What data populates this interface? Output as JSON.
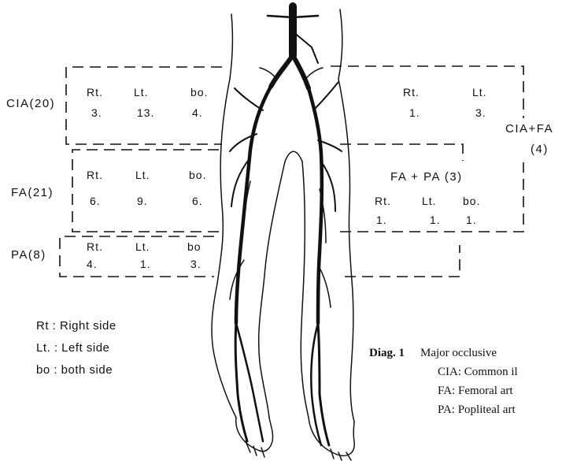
{
  "groups": {
    "cia": {
      "label": "CIA(20)",
      "rt": "Rt.",
      "lt": "Lt.",
      "bo": "bo.",
      "rt_val": "3.",
      "lt_val": "13.",
      "bo_val": "4."
    },
    "fa": {
      "label": "FA(21)",
      "rt": "Rt.",
      "lt": "Lt.",
      "bo": "bo.",
      "rt_val": "6.",
      "lt_val": "9.",
      "bo_val": "6."
    },
    "pa": {
      "label": "PA(8)",
      "rt": "Rt.",
      "lt": "Lt.",
      "bo": "bo",
      "rt_val": "4.",
      "lt_val": "1.",
      "bo_val": "3."
    },
    "cia_fa": {
      "label": "CIA+FA",
      "count": "(4)",
      "rt": "Rt.",
      "lt": "Lt.",
      "rt_val": "1.",
      "lt_val": "3."
    },
    "fa_pa": {
      "label": "FA + PA (3)",
      "rt": "Rt.",
      "lt": "Lt.",
      "bo": "bo.",
      "rt_val": "1.",
      "lt_val": "1.",
      "bo_val": "1."
    }
  },
  "legend": {
    "rt": "Rt : Right side",
    "lt": "Lt. : Left side",
    "bo": "bo : both side"
  },
  "caption": {
    "prefix": "Diag. 1",
    "line1": "Major occlusive",
    "line2": "CIA: Common il",
    "line3": "FA: Femoral art",
    "line4": "PA: Popliteal art"
  }
}
